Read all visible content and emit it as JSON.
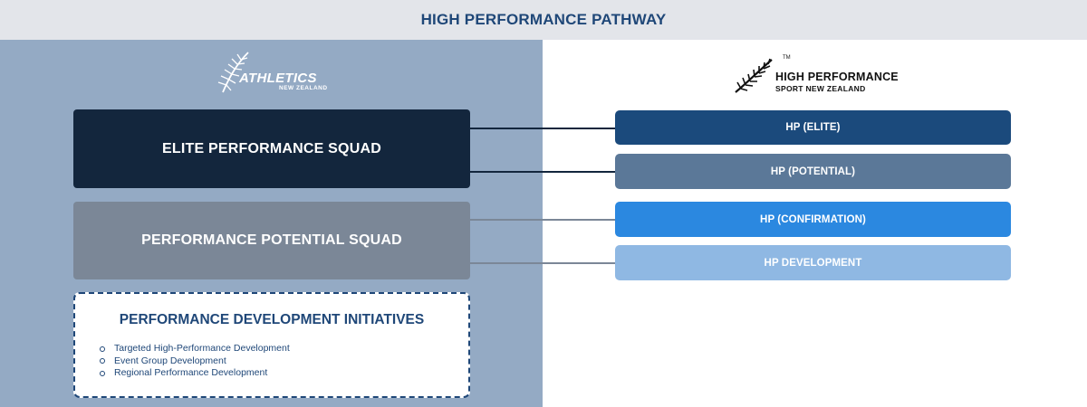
{
  "header": {
    "title": "HIGH PERFORMANCE PATHWAY"
  },
  "left_logo": {
    "name": "ATHLETICS",
    "sub": "NEW ZEALAND",
    "icon": "fern-icon",
    "color": "#ffffff"
  },
  "right_logo": {
    "line1": "HIGH PERFORMANCE",
    "line2": "SPORT NEW ZEALAND",
    "tm": "TM",
    "icon": "fern-icon",
    "color": "#111111"
  },
  "squads": {
    "elite": {
      "label": "ELITE PERFORMANCE SQUAD",
      "color": "#13263d"
    },
    "potential": {
      "label": "PERFORMANCE POTENTIAL SQUAD",
      "color": "#7b8797"
    }
  },
  "initiatives": {
    "title": "PERFORMANCE DEVELOPMENT INITIATIVES",
    "items": [
      "Targeted High-Performance Development",
      "Event Group Development",
      "Regional Performance Development"
    ]
  },
  "hp_levels": [
    {
      "label": "HP (ELITE)",
      "color": "#1b4a7c"
    },
    {
      "label": "HP (POTENTIAL)",
      "color": "#5b7898"
    },
    {
      "label": "HP (CONFIRMATION)",
      "color": "#2b88e0"
    },
    {
      "label": "HP DEVELOPMENT",
      "color": "#8fb8e3"
    }
  ],
  "colors": {
    "header_bg": "#e3e5ea",
    "title_text": "#1f4778",
    "left_panel": "#94aac4",
    "right_panel": "#ffffff"
  }
}
